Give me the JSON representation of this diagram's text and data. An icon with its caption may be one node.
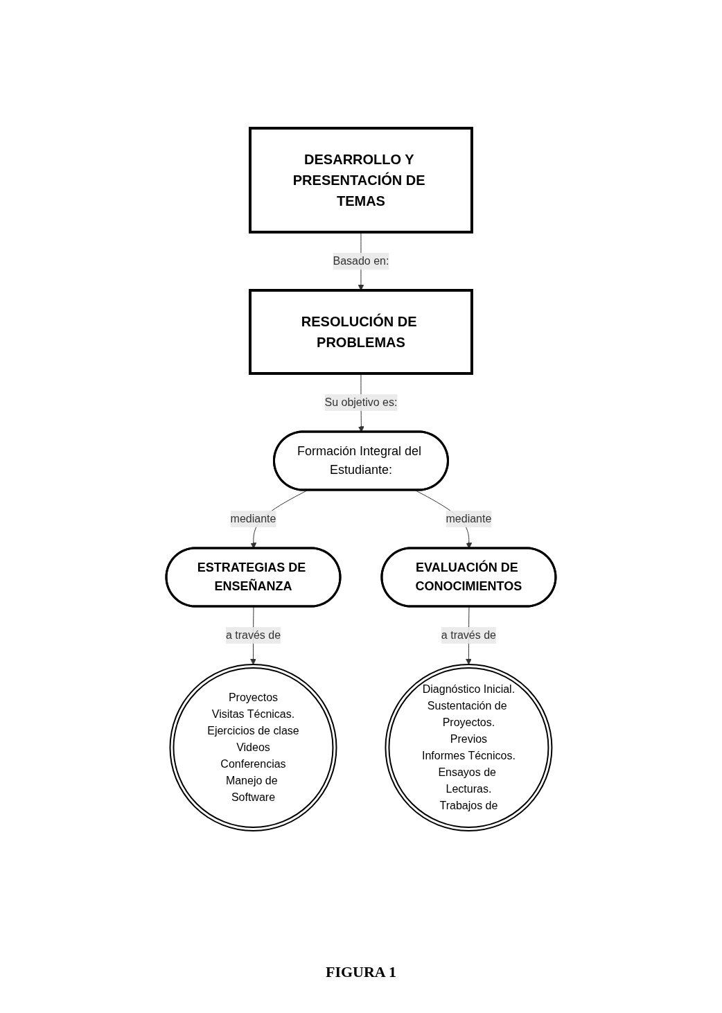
{
  "diagram": {
    "caption": "FIGURA 1",
    "nodes": [
      {
        "text": [
          "DESARROLLO Y PRESENTACIÓN DE TEMAS"
        ]
      },
      {
        "text": [
          "RESOLUCIÓN DE PROBLEMAS"
        ]
      },
      {
        "text": [
          "Formación Integral del Estudiante:"
        ]
      },
      {
        "text": [
          "ESTRATEGIAS DE ENSEÑANZA"
        ]
      },
      {
        "text": [
          "EVALUACIÓN DE CONOCIMIENTOS"
        ]
      },
      {
        "text": [
          "Proyectos",
          "Visitas Técnicas.",
          "Ejercicios de clase",
          "Videos",
          "Conferencias",
          "Manejo de Software"
        ]
      },
      {
        "text": [
          "Diagnóstico Inicial.",
          "Sustentación de Proyectos.",
          "Previos",
          "Informes Técnicos.",
          "Ensayos de Lecturas.",
          "Trabajos de"
        ]
      }
    ],
    "edges": [
      {
        "from": 0,
        "to": 1,
        "arrow": "to",
        "label": "Basado en:"
      },
      {
        "from": 1,
        "to": 2,
        "arrow": "to",
        "label": "Su objetivo es:"
      },
      {
        "from": 2,
        "to": 3,
        "arrow": "to",
        "label": "mediante"
      },
      {
        "from": 2,
        "to": 4,
        "arrow": "to",
        "label": "mediante"
      },
      {
        "from": 3,
        "to": 5,
        "arrow": "to",
        "label": "a través de"
      },
      {
        "from": 4,
        "to": 6,
        "arrow": "to",
        "label": "a través de"
      }
    ]
  }
}
